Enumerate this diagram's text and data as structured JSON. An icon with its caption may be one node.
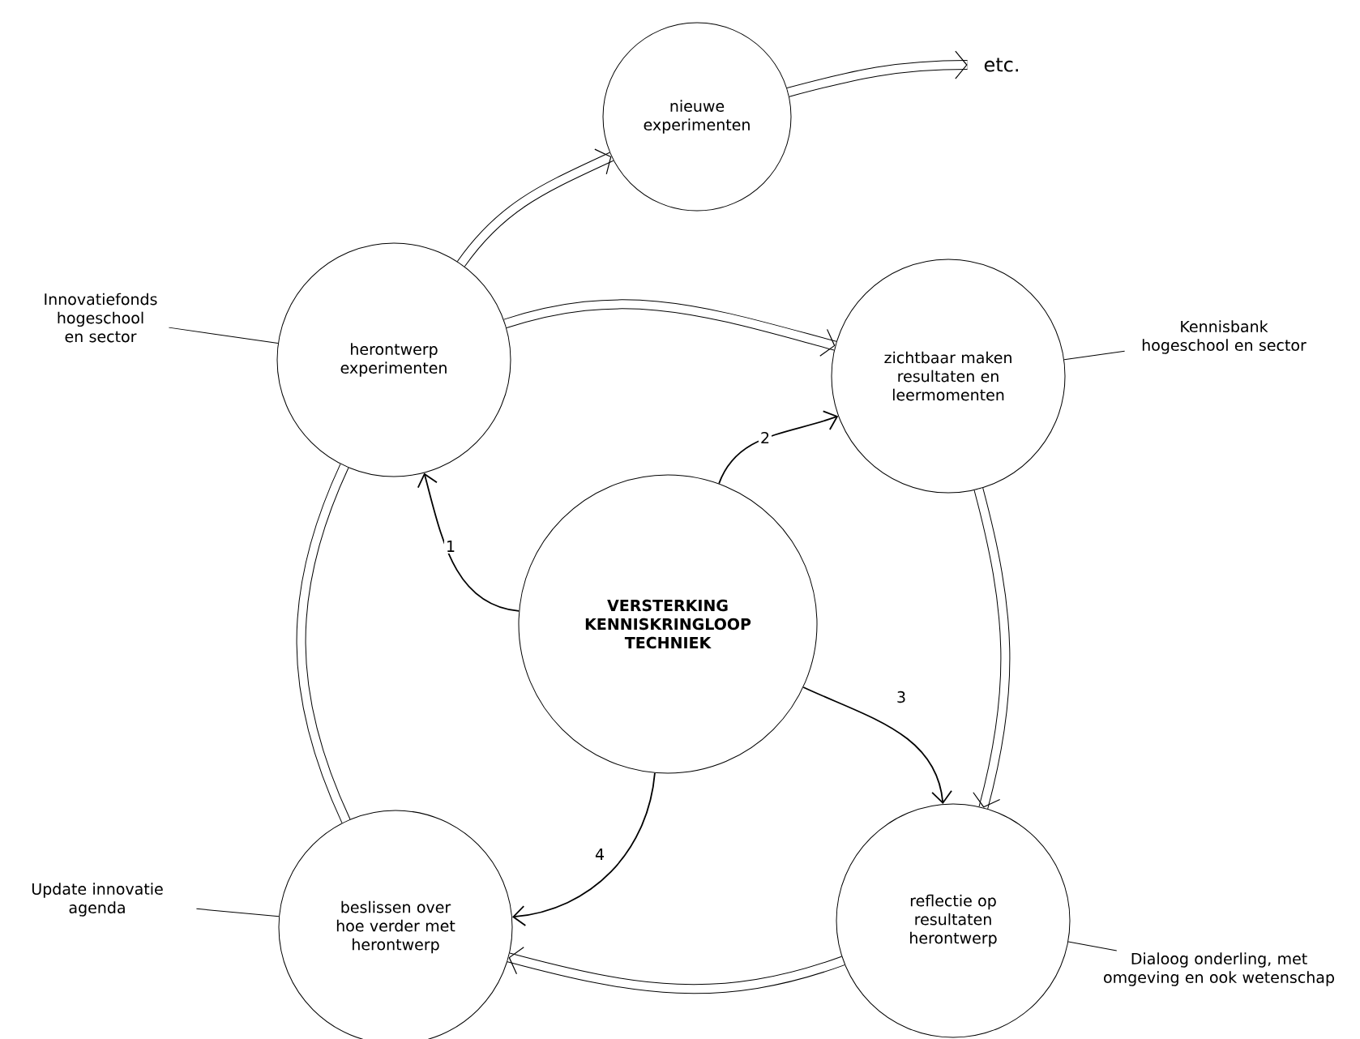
{
  "diagram": {
    "nodes": [
      {
        "text": [
          "nieuwe experimenten"
        ]
      },
      {
        "text": [
          "herontwerp experimenten"
        ]
      },
      {
        "text": [
          "zichtbaar maken resultaten en leermomenten"
        ]
      },
      {
        "text": [
          "VERSTERKING KENNISKRINGLOOP TECHNIEK"
        ]
      },
      {
        "text": [
          "beslissen over hoe verder met herontwerp"
        ]
      },
      {
        "text": [
          "reflectie op resultaten herontwerp"
        ]
      },
      {
        "text": [
          "etc."
        ]
      },
      {
        "text": [
          "Innovatiefonds hogeschool en sector"
        ]
      },
      {
        "text": [
          "Kennisbank hogeschool en sector"
        ]
      },
      {
        "text": [
          "Update innovatie agenda"
        ]
      },
      {
        "text": [
          "Dialoog onderling, met omgeving en ook wetenschap"
        ]
      }
    ],
    "edges": [
      {
        "from": 0,
        "to": 6,
        "arrow": "to",
        "style": "thick"
      },
      {
        "from": 1,
        "to": 0,
        "arrow": "to",
        "style": "thick"
      },
      {
        "from": 1,
        "to": 2,
        "arrow": "to",
        "style": "thick"
      },
      {
        "from": 2,
        "to": 5,
        "arrow": "to",
        "style": "thick"
      },
      {
        "from": 5,
        "to": 4,
        "arrow": "to",
        "style": "thick"
      },
      {
        "from": 4,
        "to": 1,
        "arrow": "none",
        "style": "thick"
      },
      {
        "from": 3,
        "to": 1,
        "arrow": "to",
        "label": "1"
      },
      {
        "from": 3,
        "to": 2,
        "arrow": "to",
        "label": "2"
      },
      {
        "from": 3,
        "to": 5,
        "arrow": "to",
        "label": "3"
      },
      {
        "from": 3,
        "to": 4,
        "arrow": "to",
        "label": "4"
      },
      {
        "from": 7,
        "to": 1,
        "arrow": "none"
      },
      {
        "from": 8,
        "to": 2,
        "arrow": "none"
      },
      {
        "from": 9,
        "to": 4,
        "arrow": "none"
      },
      {
        "from": 10,
        "to": 5,
        "arrow": "none"
      }
    ]
  }
}
